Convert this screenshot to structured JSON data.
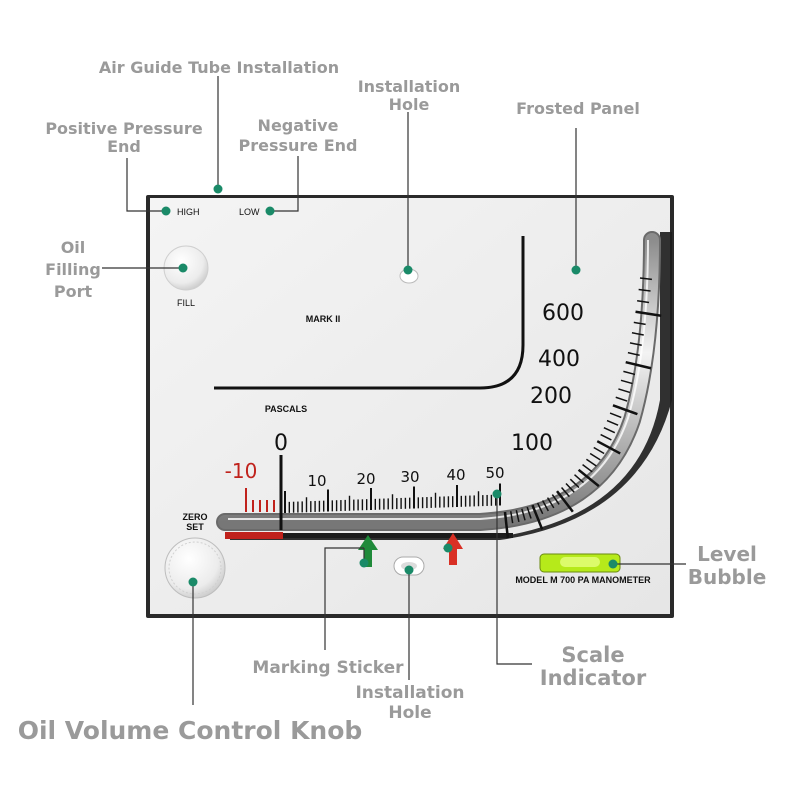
{
  "callouts": {
    "air_guide_tube": "Air Guide Tube Installation",
    "installation_hole_top_l1": "Installation",
    "installation_hole_top_l2": "Hole",
    "frosted_panel": "Frosted Panel",
    "positive_pressure_l1": "Positive Pressure",
    "positive_pressure_l2": "End",
    "negative_pressure_l1": "Negative",
    "negative_pressure_l2": "Pressure End",
    "oil_filling_l1": "Oil",
    "oil_filling_l2": "Filling",
    "oil_filling_l3": "Port",
    "level_bubble_l1": "Level",
    "level_bubble_l2": "Bubble",
    "scale_indicator_l1": "Scale",
    "scale_indicator_l2": "Indicator",
    "marking_sticker": "Marking Sticker",
    "installation_hole_bottom_l1": "Installation",
    "installation_hole_bottom_l2": "Hole",
    "oil_volume_knob": "Oil Volume Control Knob"
  },
  "device": {
    "high": "HIGH",
    "low": "LOW",
    "fill": "FILL",
    "mark": "MARK  II",
    "pascals": "PASCALS",
    "zero_set_l1": "ZERO",
    "zero_set_l2": "SET",
    "model": "MODEL M 700 PA MANOMETER"
  },
  "scale": {
    "horizontal_labels": [
      "0",
      "10",
      "20",
      "30",
      "40",
      "50"
    ],
    "negative_label": "-10",
    "curve_labels": [
      "100",
      "200",
      "400",
      "600"
    ]
  },
  "colors": {
    "callout_dot": "#1a8a68",
    "negative_red": "#c0221c",
    "level_bubble": "#b6ea1a",
    "marker_green": "#1f8a3a",
    "marker_red": "#d93025"
  }
}
